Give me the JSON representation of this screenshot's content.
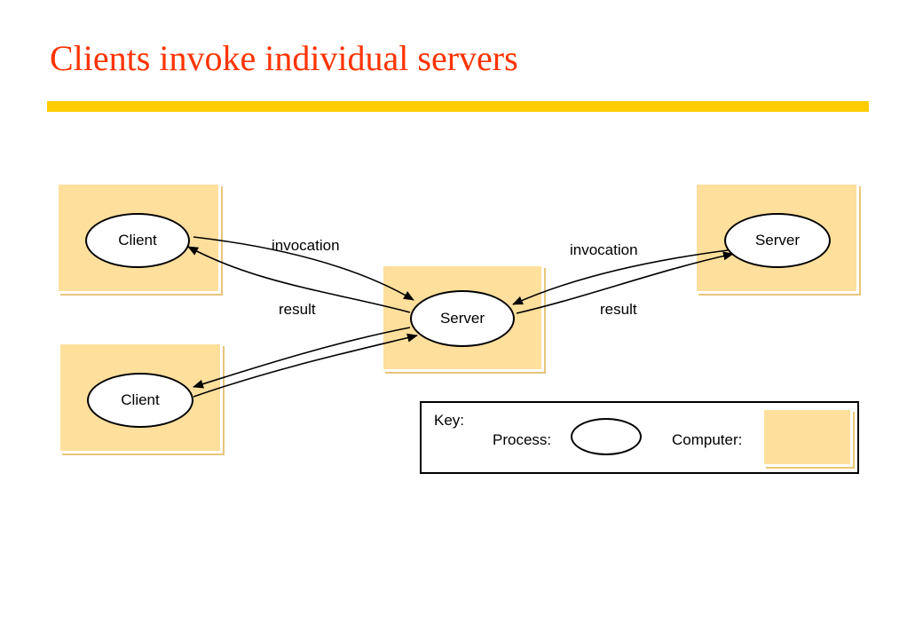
{
  "title": "Clients invoke individual servers",
  "colors": {
    "title": "#ff3300",
    "rule": "#ffcc00",
    "computer_fill": "#ffdf9c",
    "process_stroke": "#000000"
  },
  "diagram": {
    "processes": {
      "client_top": "Client",
      "client_bottom": "Client",
      "server_center": "Server",
      "server_right": "Server"
    },
    "labels": {
      "invocation_left": "invocation",
      "result_left": "result",
      "invocation_right": "invocation",
      "result_right": "result"
    }
  },
  "key": {
    "title": "Key:",
    "process_label": "Process:",
    "computer_label": "Computer:"
  }
}
